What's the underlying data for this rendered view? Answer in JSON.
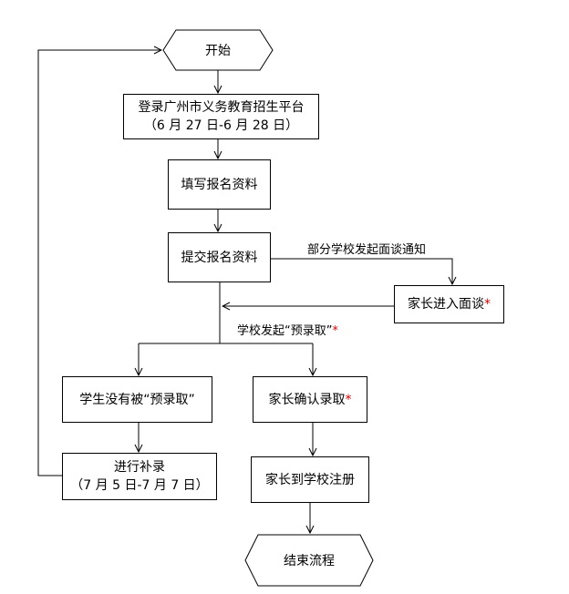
{
  "nodes": {
    "start": "开始",
    "login_line1": "登录广州市义务教育招生平台",
    "login_line2": "（6 月 27 日-6 月 28 日）",
    "fill": "填写报名资料",
    "submit": "提交报名资料",
    "interview": "家长进入面谈",
    "not_selected": "学生没有被“预录取”",
    "confirm": "家长确认录取",
    "supplement_line1": "进行补录",
    "supplement_line2": "（7 月 5 日-7 月 7 日）",
    "register": "家长到学校注册",
    "end": "结束流程"
  },
  "edge_labels": {
    "interview_notice": "部分学校发起面谈通知",
    "pre_admission": "学校发起“预录取”"
  },
  "marks": {
    "required_star": "*"
  },
  "colors": {
    "line": "#000000",
    "star": "#e00000"
  }
}
